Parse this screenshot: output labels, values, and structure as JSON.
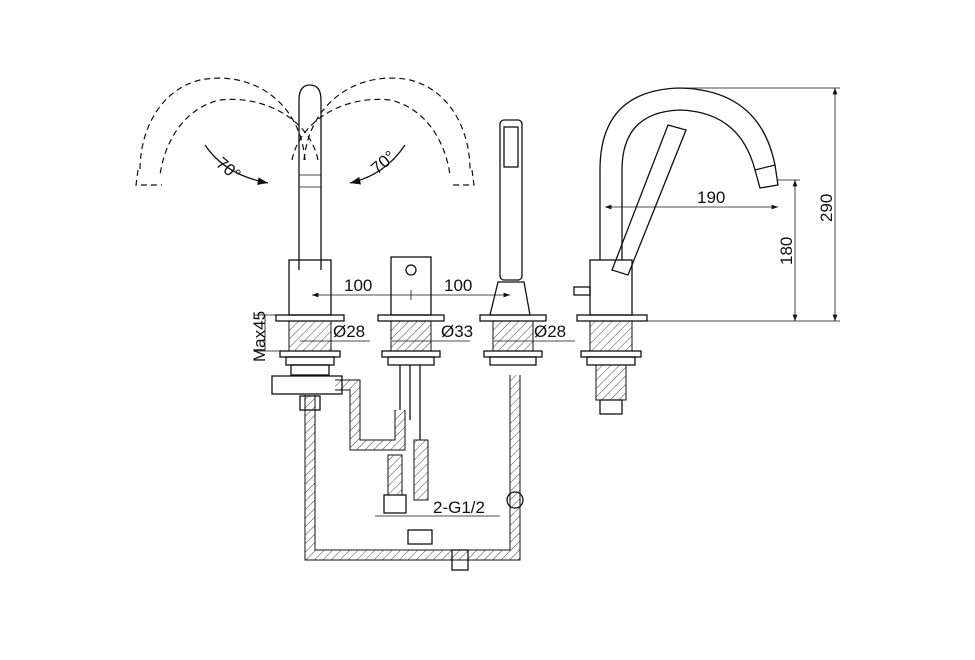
{
  "drawing": {
    "angle_left": "70°",
    "angle_right": "70°",
    "spacing_left": "100",
    "spacing_right": "100",
    "max_deck": "Max45",
    "dia_left": "Ø28",
    "dia_center": "Ø33",
    "dia_right": "Ø28",
    "reach": "190",
    "spout_height": "180",
    "total_height": "290",
    "connection": "2-G1/2"
  }
}
